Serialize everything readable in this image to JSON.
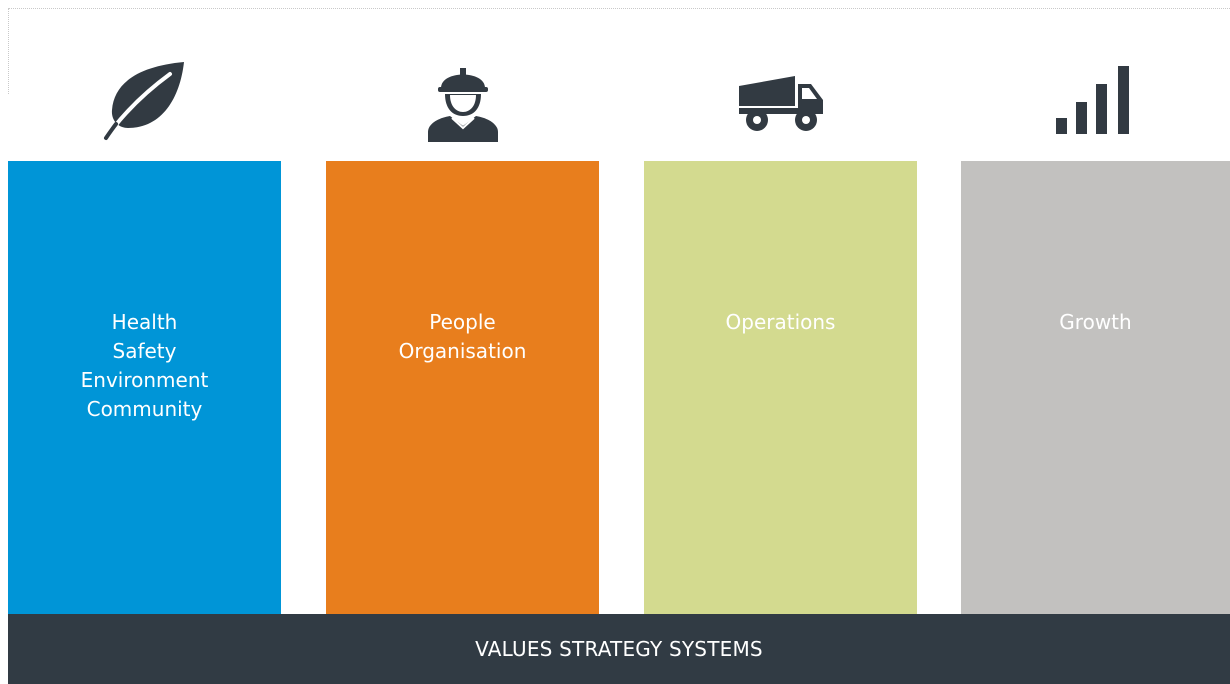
{
  "pillars": [
    {
      "icon": "leaf-icon",
      "color": "#0095d7",
      "lines": [
        "Health",
        "Safety",
        "Environment",
        "Community"
      ]
    },
    {
      "icon": "worker-hardhat-icon",
      "color": "#e87e1d",
      "lines": [
        "People",
        "Organisation"
      ]
    },
    {
      "icon": "dump-truck-icon",
      "color": "#d3da8f",
      "lines": [
        "Operations"
      ]
    },
    {
      "icon": "growth-bars-icon",
      "color": "#c2c1bf",
      "lines": [
        "Growth"
      ]
    }
  ],
  "base": {
    "label": "VALUES STRATEGY SYSTEMS",
    "color": "#313b44"
  },
  "icon_color": "#323a42"
}
